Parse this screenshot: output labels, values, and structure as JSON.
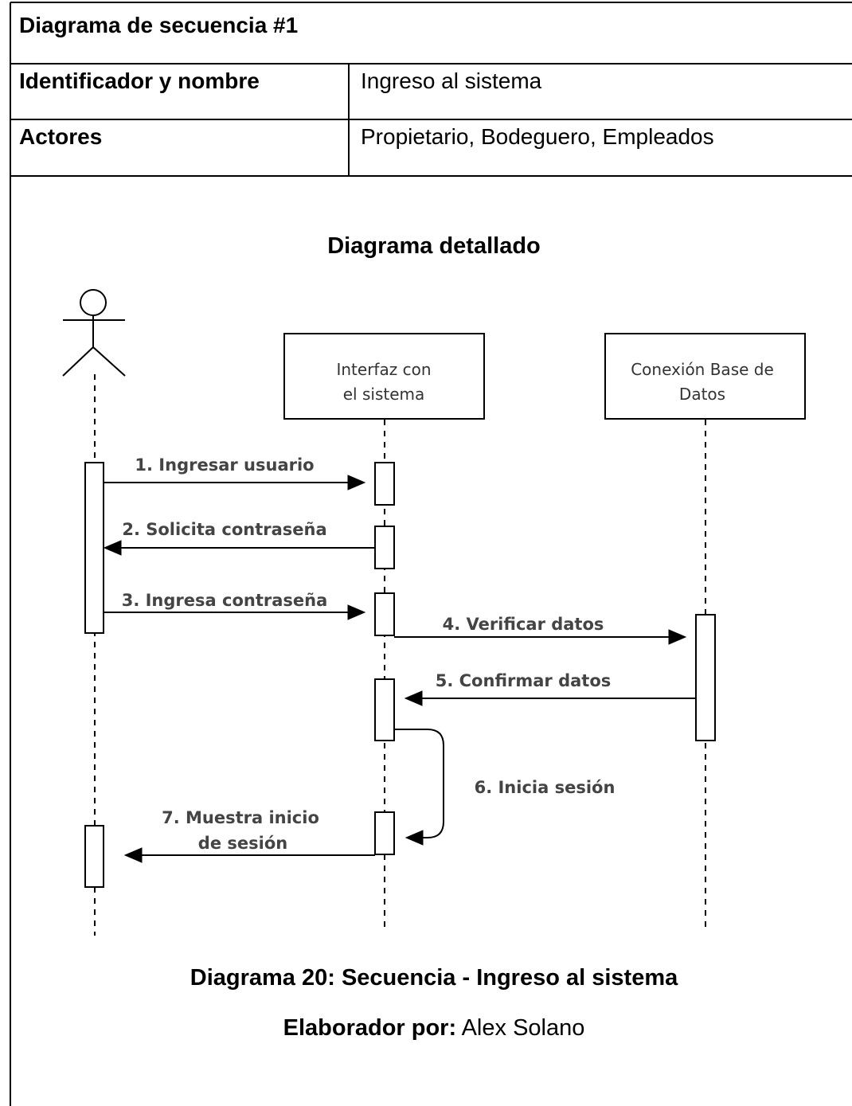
{
  "header": {
    "title": "Diagrama de secuencia #1",
    "id_label": "Identificador y nombre",
    "id_value": "Ingreso al sistema",
    "actors_label": "Actores",
    "actors_value": "Propietario, Bodeguero, Empleados"
  },
  "diagram": {
    "heading": "Diagrama detallado",
    "lifelines": [
      {
        "name": "actor",
        "lines": []
      },
      {
        "name": "interface",
        "lines": [
          "Interfaz con",
          "el sistema"
        ]
      },
      {
        "name": "database",
        "lines": [
          "Conexión Base de",
          "Datos"
        ]
      }
    ],
    "messages": [
      {
        "lines": [
          "1. Ingresar usuario"
        ]
      },
      {
        "lines": [
          "2. Solicita contraseña"
        ]
      },
      {
        "lines": [
          "3. Ingresa contraseña"
        ]
      },
      {
        "lines": [
          "4. Verificar datos"
        ]
      },
      {
        "lines": [
          "5. Confirmar datos"
        ]
      },
      {
        "lines": [
          "6. Inicia sesión"
        ]
      },
      {
        "lines": [
          "7. Muestra inicio",
          "de sesión"
        ]
      }
    ]
  },
  "caption": {
    "figure": "Diagrama 20: Secuencia - Ingreso al sistema",
    "author_label": "Elaborador por:",
    "author_name": "Alex Solano"
  }
}
